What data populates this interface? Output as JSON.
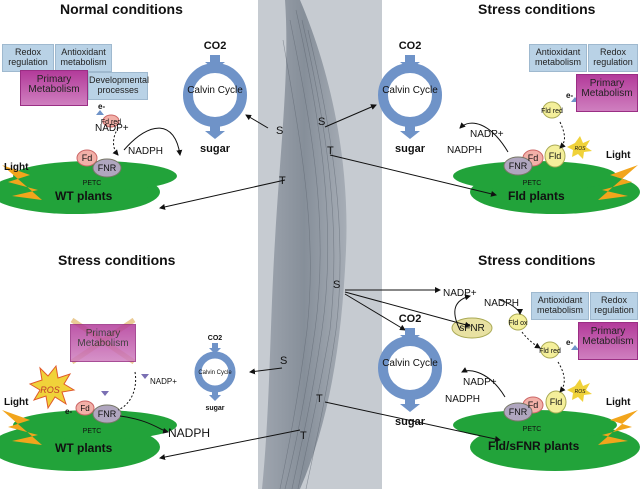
{
  "panels": {
    "tl": {
      "title": "Normal conditions",
      "plant": "WT plants",
      "boxes": [
        "Redox regulation",
        "Antioxidant metabolism",
        "Primary Metabolism",
        "Developmental processes"
      ]
    },
    "tr": {
      "title": "Stress conditions",
      "plant": "Fld plants",
      "boxes": [
        "Antioxidant metabolism",
        "Redox regulation",
        "Primary Metabolism"
      ]
    },
    "bl": {
      "title": "Stress conditions",
      "plant": "WT plants",
      "boxes": [
        "Primary Metabolism"
      ]
    },
    "br": {
      "title": "Stress conditions",
      "plant": "Fld/sFNR plants",
      "boxes": [
        "Antioxidant metabolism",
        "Redox regulation",
        "Primary Metabolism"
      ]
    }
  },
  "labels": {
    "co2": "CO2",
    "calvin": "Calvin Cycle",
    "sugar": "sugar",
    "light": "Light",
    "petc": "PETC",
    "fd": "Fd",
    "fld": "Fld",
    "fnr": "FNR",
    "sfnr": "sFNR",
    "nadp": "NADP+",
    "nadph": "NADPH",
    "ros": "ROS",
    "e": "e-",
    "s": "S",
    "t": "T",
    "fd_red": "Fd red",
    "fld_red": "Fld red",
    "fld_ox": "Fld ox"
  },
  "colors": {
    "calvin_ring": "#6f93c8",
    "leaf": "#22a33a",
    "fd": "#f2b0a8",
    "fld": "#f4ef9b",
    "fnr": "#b0a6bf",
    "blue_box": "#b9d2e6",
    "purple_box": "#b33b9a",
    "ros": "#f0d23a",
    "light": "#f2a51c",
    "micrograph": "#8f98a4"
  }
}
